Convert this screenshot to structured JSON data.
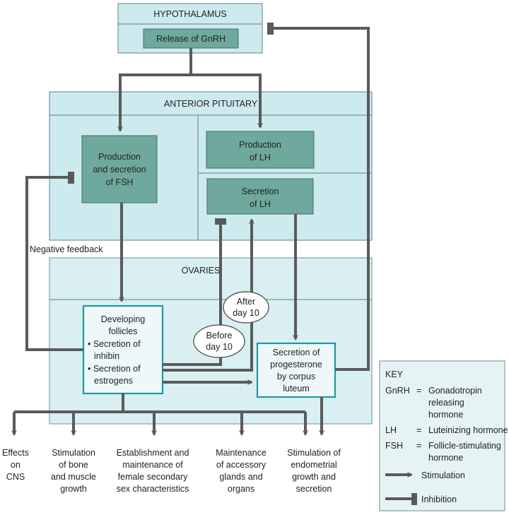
{
  "diagram": {
    "hypothalamus": {
      "title": "HYPOTHALAMUS",
      "gnrh": "Release of GnRH"
    },
    "pituitary": {
      "title": "ANTERIOR PITUITARY",
      "fsh": [
        "Production",
        "and secretion",
        "of FSH"
      ],
      "lh_production": [
        "Production",
        "of LH"
      ],
      "lh_secretion": [
        "Secretion",
        "of LH"
      ]
    },
    "ovaries": {
      "title": "OVARIES",
      "follicles": [
        "Developing",
        "follicles",
        "• Secretion of",
        "inhibin",
        "• Secretion of",
        "estrogens"
      ],
      "progesterone": [
        "Secretion of",
        "progesterone",
        "by corpus",
        "luteum"
      ]
    },
    "labels": {
      "negative_feedback": "Negative feedback",
      "after_day": [
        "After",
        "day 10"
      ],
      "before_day": [
        "Before",
        "day 10"
      ]
    },
    "effects": [
      [
        "Effects",
        "on",
        "CNS"
      ],
      [
        "Stimulation",
        "of bone",
        "and muscle",
        "growth"
      ],
      [
        "Establishment and",
        "maintenance of",
        "female secondary",
        "sex characteristics"
      ],
      [
        "Maintenance",
        "of accessory",
        "glands and",
        "organs"
      ],
      [
        "Stimulation of",
        "endometrial",
        "growth and",
        "secretion"
      ]
    ],
    "key": {
      "title": "KEY",
      "entries": [
        {
          "abbr": "GnRH",
          "eq": "=",
          "lines": [
            "Gonadotropin",
            "releasing",
            "hormone"
          ]
        },
        {
          "abbr": "LH",
          "eq": "=",
          "lines": [
            "Luteinizing hormone"
          ]
        },
        {
          "abbr": "FSH",
          "eq": "=",
          "lines": [
            "Follicle-stimulating",
            "hormone"
          ]
        }
      ],
      "stimulation": "Stimulation",
      "inhibition": "Inhibition"
    }
  }
}
